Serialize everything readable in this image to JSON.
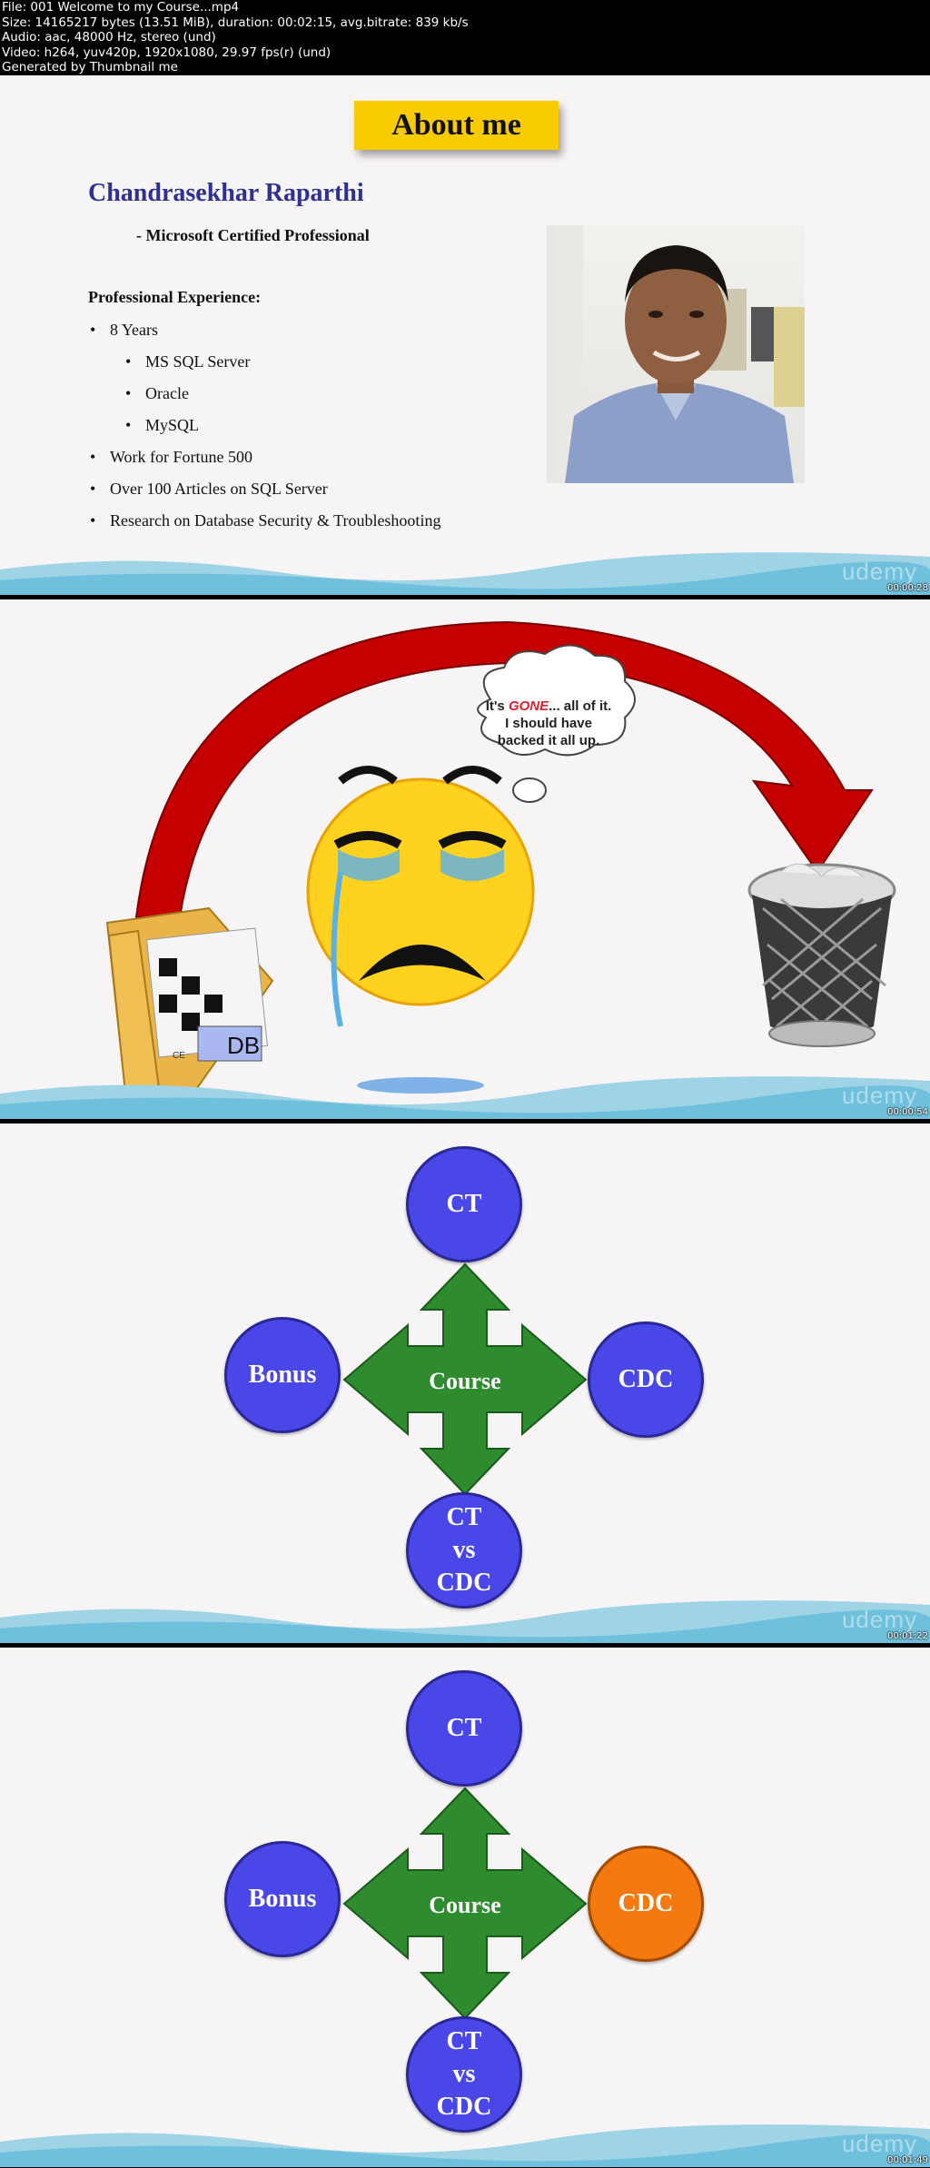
{
  "header": {
    "lines": [
      "File: 001 Welcome to my Course...mp4",
      "Size: 14165217 bytes (13.51 MiB), duration: 00:02:15, avg.bitrate: 839 kb/s",
      "Audio: aac, 48000 Hz, stereo (und)",
      "Video: h264, yuv420p, 1920x1080, 29.97 fps(r) (und)",
      "Generated by Thumbnail me"
    ]
  },
  "watermark": "udemy",
  "frames": [
    {
      "timestamp": "00:00:28",
      "title": "About me",
      "name": "Chandrasekhar Raparthi",
      "credential": "- Microsoft Certified Professional",
      "experience_heading": "Professional Experience:",
      "experience_items": [
        "8 Years",
        "MS SQL Server",
        "Oracle",
        "MySQL",
        "Work for Fortune 500",
        "Over 100 Articles on SQL Server",
        "Research on Database Security & Troubleshooting"
      ]
    },
    {
      "timestamp": "00:00:54",
      "thought_gone": "GONE",
      "thought_pre": "It's ",
      "thought_post": "... all of it.",
      "thought_line2": "I should have",
      "thought_line3": "backed it all up.",
      "db_label": "DB",
      "db_small_label": "CE"
    },
    {
      "timestamp": "00:01:22",
      "top": "CT",
      "left": "Bonus",
      "center": "Course",
      "right": "CDC",
      "bottom_line1": "CT",
      "bottom_line2": "vs",
      "bottom_line3": "CDC"
    },
    {
      "timestamp": "00:01:49",
      "top": "CT",
      "left": "Bonus",
      "center": "Course",
      "right": "CDC",
      "bottom_line1": "CT",
      "bottom_line2": "vs",
      "bottom_line3": "CDC"
    }
  ],
  "colors": {
    "title_yellow": "#f8cc00",
    "name_blue": "#2e3192",
    "circle_blue": "#4a47e8",
    "highlight_orange": "#f47a10",
    "arrow_green": "#2e8b2e",
    "curve_red": "#c40000"
  }
}
